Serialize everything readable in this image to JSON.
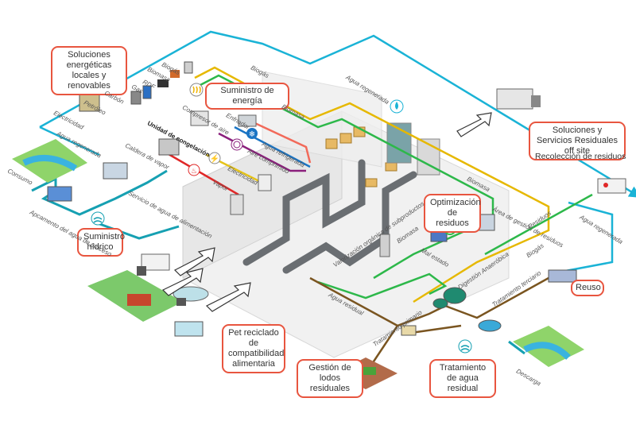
{
  "diagram": {
    "title_hidden": "",
    "colors": {
      "water": "#1ab3d6",
      "biogas": "#e6b800",
      "biomass": "#2db84a",
      "steam": "#e02828",
      "electricity": "#e6c41a",
      "chilled_water": "#1a74c4",
      "compressed_air": "#8a1f7c",
      "hot_return": "#f26a5a",
      "wastewater": "#7a5520",
      "callout_border": "#e8553f"
    },
    "callouts": {
      "local_energy": "Soluciones energéticas locales y renovables",
      "energy_supply": "Suministro de energía",
      "water_supply": "Suministro hídrico",
      "offsite": "Soluciones y Servicios Residuales off site",
      "waste_optimization": "Optimización de residuos",
      "reuse": "Reuso",
      "pet": "Pet reciclado de compatibilidad alimentaria",
      "sludge": "Gestión de lodos residuales",
      "wastewater_treatment": "Tratamiento de agua residual"
    },
    "plain_text": {
      "waste_collection": "Recolección de residuos"
    },
    "flow_labels": {
      "biogas_top": "Biogás",
      "biomass_top": "Biomasa",
      "rdf": "RDF",
      "gas": "Gas",
      "carbon": "Carbón",
      "petroleum": "Petróleo",
      "electricity_left": "Electricidad",
      "regenerated_water_left": "Agua regenerada",
      "regenerated_water_top": "Agua regenerada",
      "regenerated_water_right": "Agua regenerada",
      "biogas_mid": "Biogás",
      "biomass_mid": "Biomasa",
      "compressor": "Compresor de aire",
      "cooler": "Enfriador",
      "freezing_unit": "Unidad de congelación",
      "boiler": "Caldera de vapor",
      "chilled_water": "Agua refrigerada",
      "compressed_air": "Aire comprimido",
      "electricity": "Electricidad",
      "steam": "Vapor",
      "consumption": "Consumo",
      "water_intake": "Apcamento del agua de proceso",
      "feed_water": "Servicio de agua de alimentación",
      "biomass_right": "Biomasa",
      "waste_area": "Área de gestión de residuos",
      "waste": "Residuos",
      "biogas_right": "Biogás",
      "bad_state": "Mal estado",
      "biomass_low": "Biomasa",
      "valorization": "Valorización orgánica de subproductos",
      "wastewater": "Agua residual",
      "anaerobic": "Digestión Anaeróbica",
      "tertiary": "Tratamiento terciario",
      "primary": "Tratamiento primario",
      "discharge": "Descarga"
    },
    "icons": [
      "heat-icon",
      "snowflake-icon",
      "gauge-icon",
      "lightning-icon",
      "steam-icon",
      "water-drop-icon",
      "water-waves-icon",
      "recycle-icon"
    ]
  }
}
